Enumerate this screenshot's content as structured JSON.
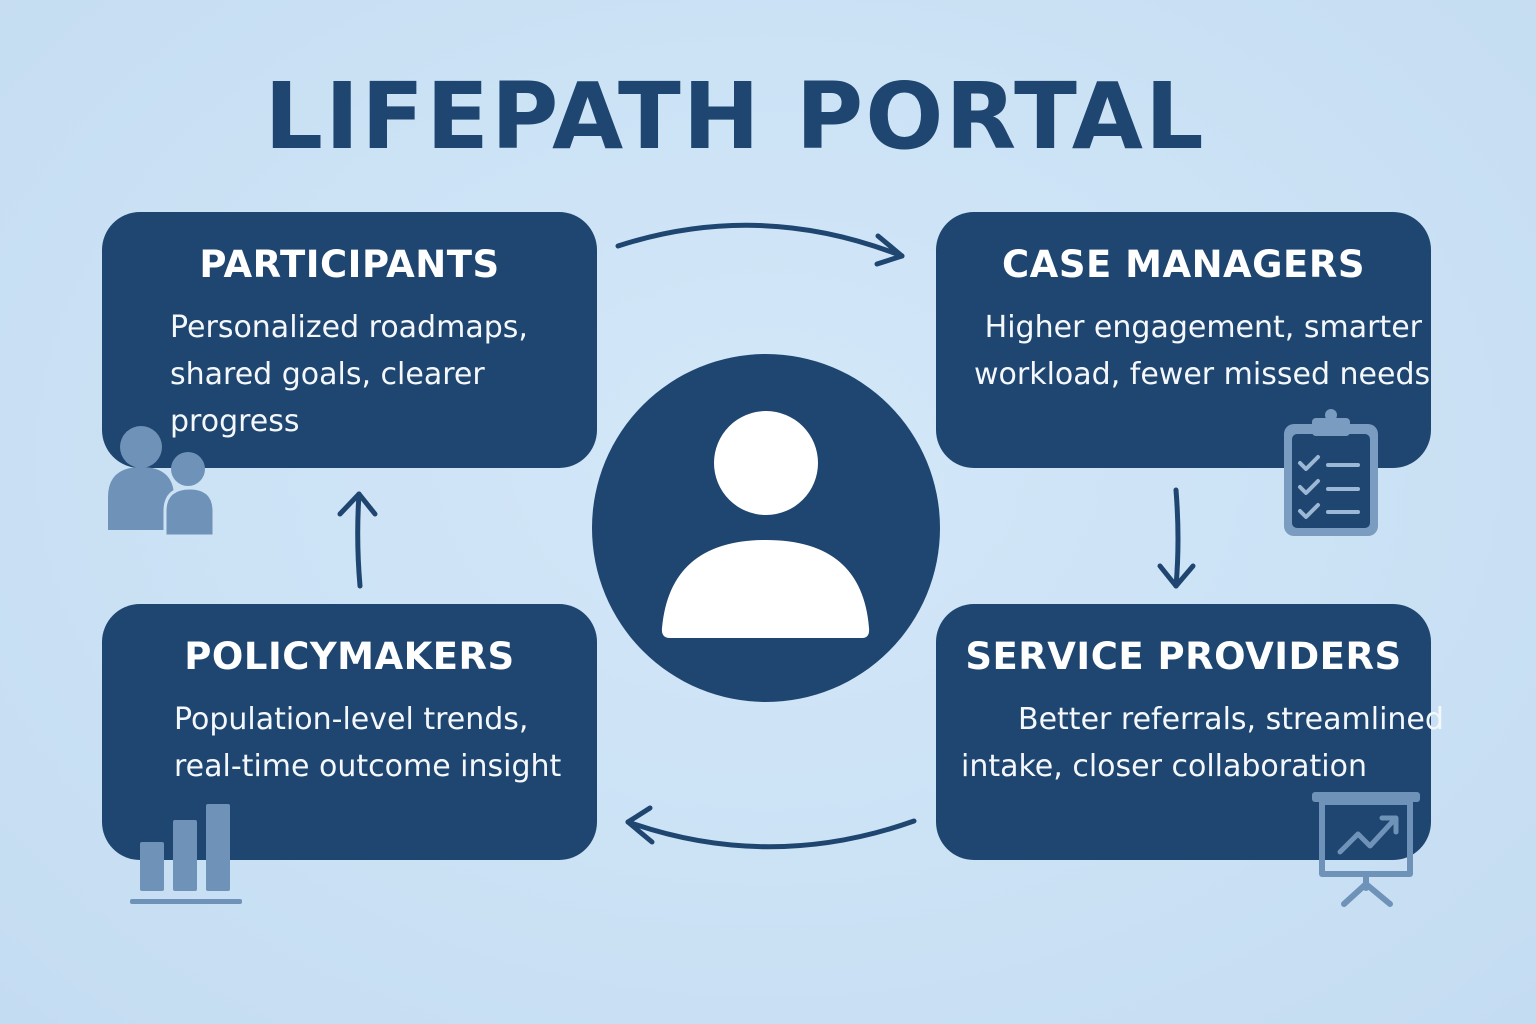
{
  "title": "LIFEPATH PORTAL",
  "colors": {
    "background": "#cde3f5",
    "card": "#1f4670",
    "text_on_card": "#ffffff",
    "icon_muted": "#6f93b8",
    "arrow": "#1f4670"
  },
  "hub": {
    "icon": "person-icon"
  },
  "cards": {
    "participants": {
      "title": "PARTICIPANTS",
      "lines": [
        "Personalized roadmaps,",
        "shared goals, clearer",
        "progress"
      ],
      "icon": "people-group-icon"
    },
    "case_managers": {
      "title": "CASE MANAGERS",
      "lines": [
        "Higher engagement, smarter",
        "workload, fewer missed needs"
      ],
      "icon": "clipboard-checklist-icon"
    },
    "policymakers": {
      "title": "POLICYMAKERS",
      "lines": [
        "Population-level trends,",
        "real-time outcome insight"
      ],
      "icon": "bar-chart-icon"
    },
    "service_providers": {
      "title": "SERVICE PROVIDERS",
      "lines": [
        "Better referrals, streamlined",
        "intake, closer collaboration"
      ],
      "icon": "presentation-board-icon"
    }
  },
  "flow": [
    "participants",
    "case_managers",
    "service_providers",
    "policymakers"
  ]
}
